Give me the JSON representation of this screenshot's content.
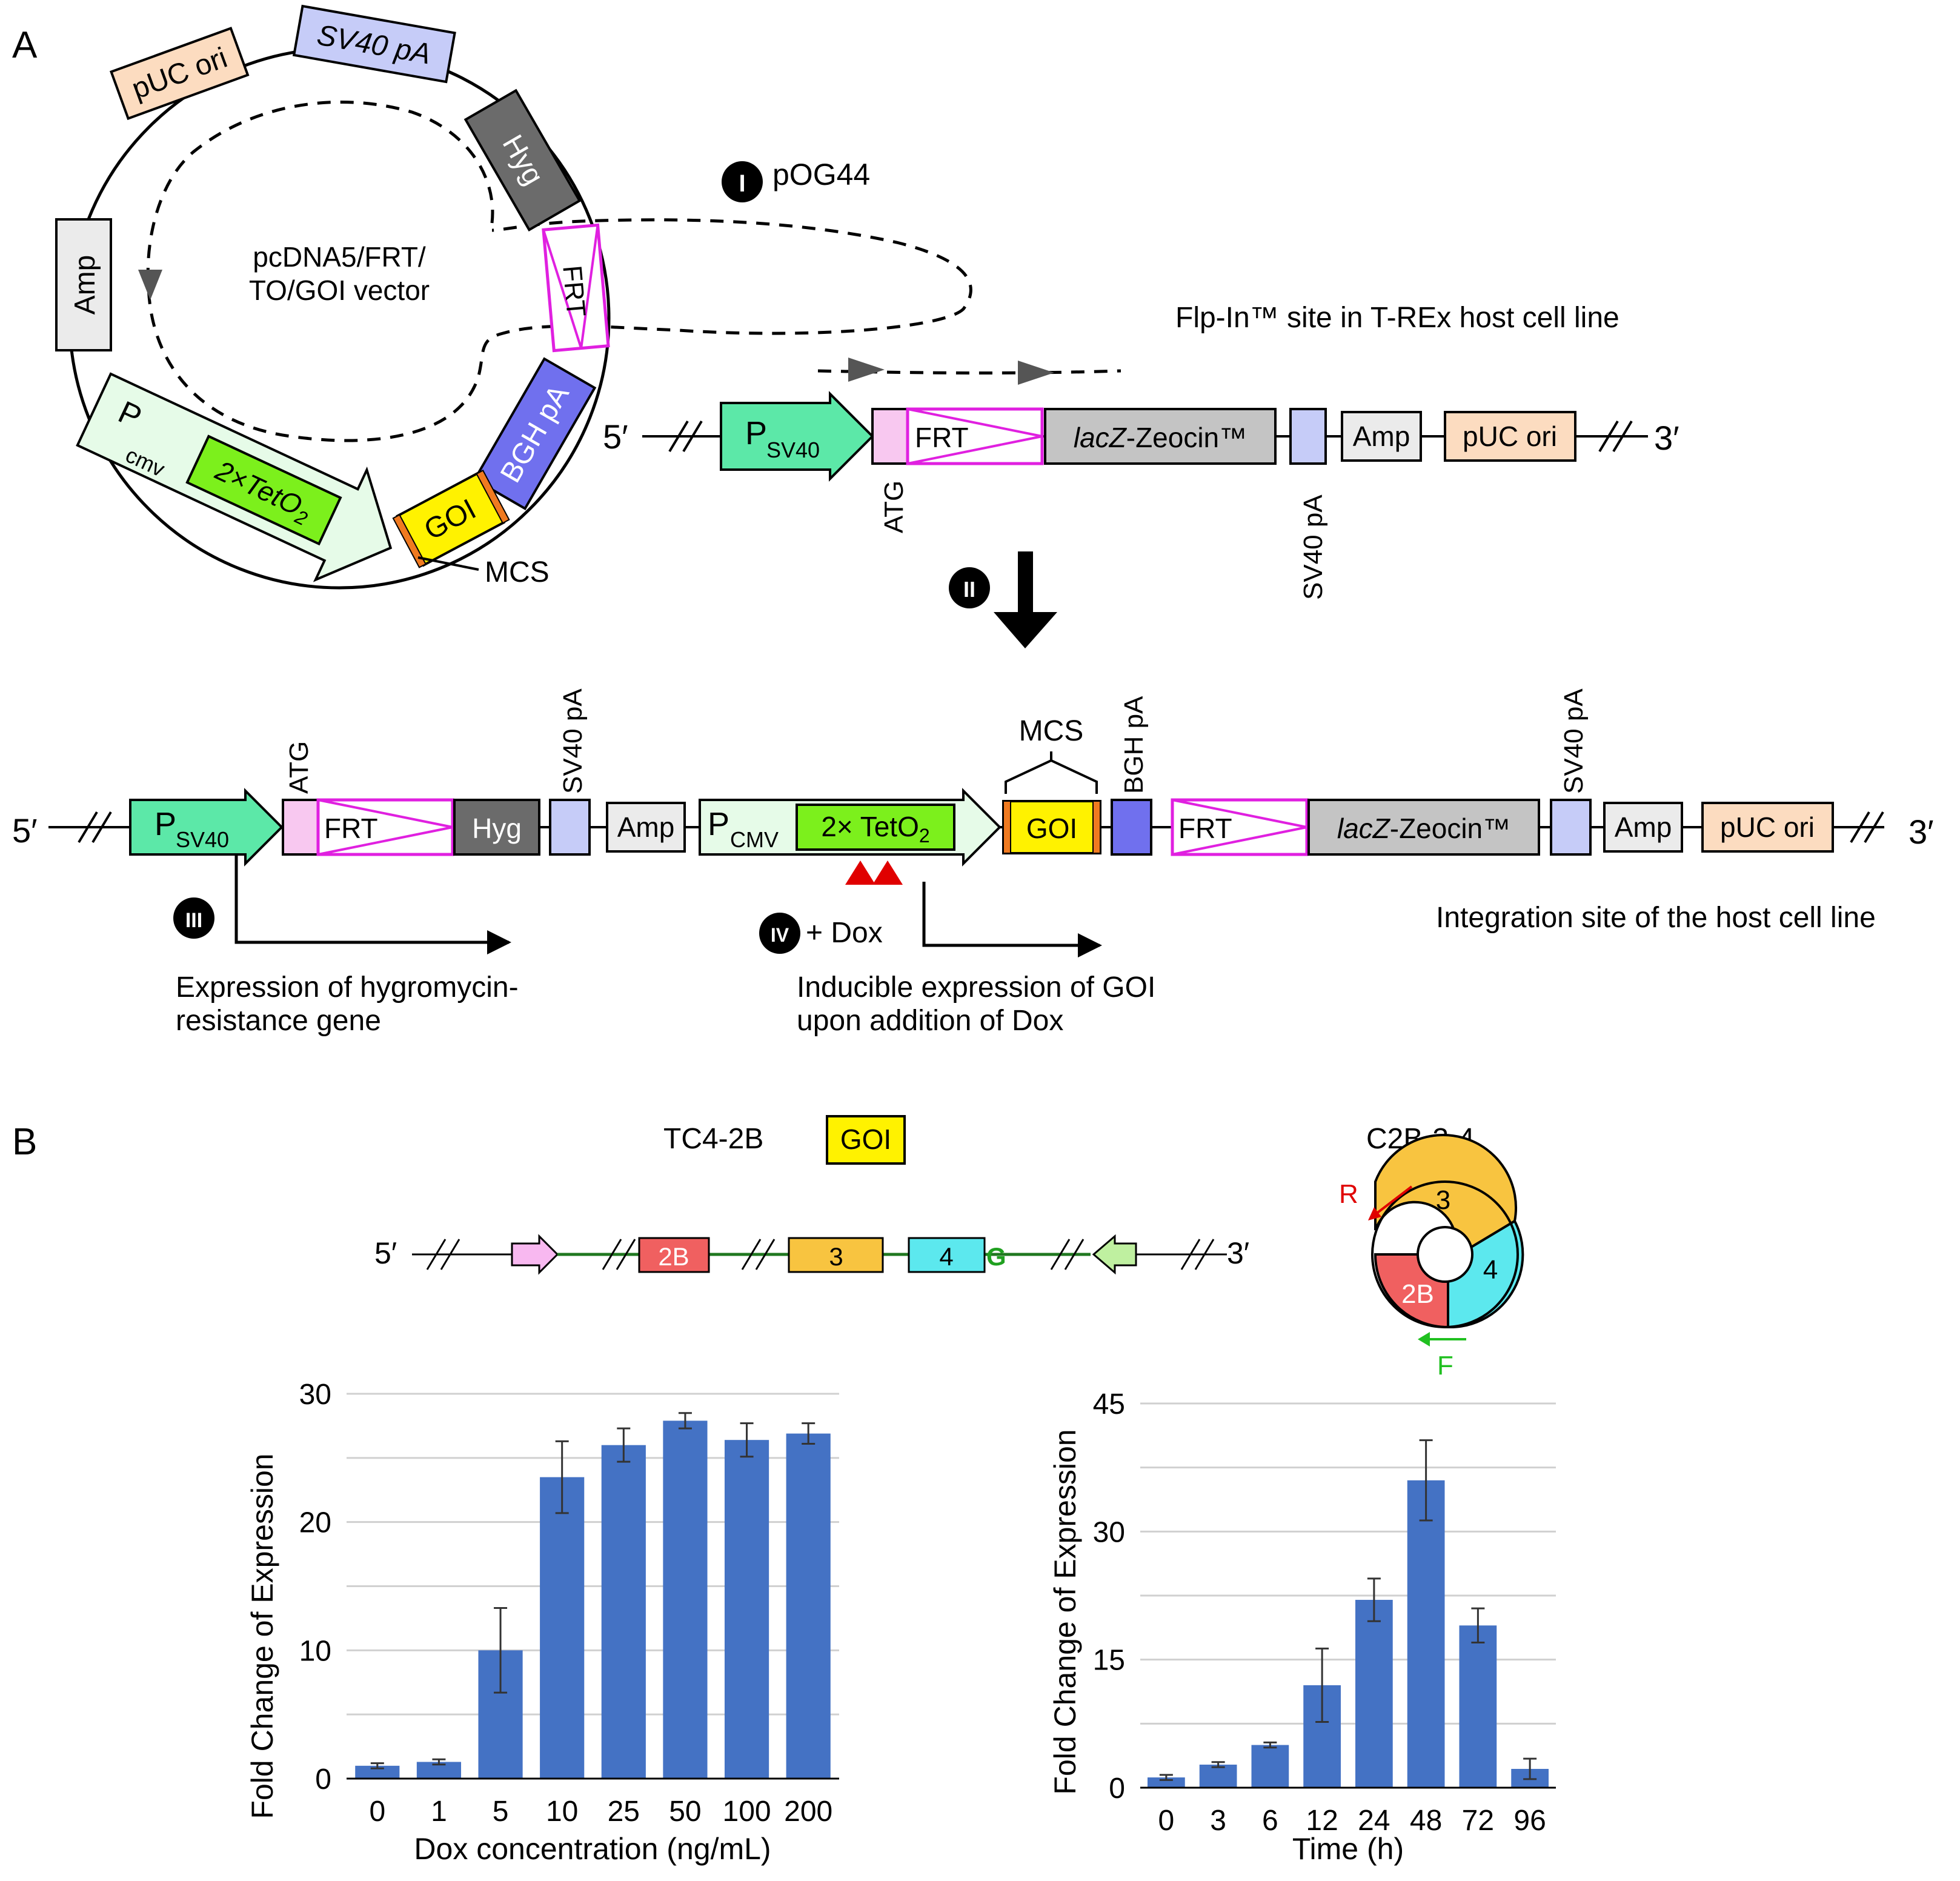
{
  "panels": {
    "a": "A",
    "b": "B"
  },
  "vector": {
    "name_line1": "pcDNA5/FRT/",
    "name_line2": "TO/GOI vector",
    "features": {
      "puc_ori": "pUC ori",
      "sv40_pa": "SV40 pA",
      "hyg": "Hyg",
      "frt": "FRT",
      "bgh_pa": "BGH pA",
      "goi": "GOI",
      "mcs": "MCS",
      "tetO_pre": "2×TetO",
      "tetO_sub": "2",
      "pcmv_p": "P",
      "pcmv_sub": "cmv",
      "amp": "Amp"
    }
  },
  "steps": {
    "i": "I",
    "ii": "II",
    "iii": "III",
    "iv": "IV"
  },
  "pog44": "pOG44",
  "flpin_title": "Flp-In™ site in T-REx host cell line",
  "host_track": {
    "five": "5′",
    "three": "3′",
    "p": "P",
    "p_sub": "SV40",
    "atg": "ATG",
    "frt": "FRT",
    "lacz_italic": "lacZ",
    "lacz_rest": "-Zeocin™",
    "sv40pa": "SV40 pA",
    "amp": "Amp",
    "puc": "pUC ori"
  },
  "integrated": {
    "five": "5′",
    "three": "3′",
    "p": "P",
    "p_sub": "SV40",
    "atg": "ATG",
    "frt1": "FRT",
    "hyg": "Hyg",
    "sv40pa1": "SV40 pA",
    "amp1": "Amp",
    "pcmv": "P",
    "pcmv_sub": "CMV",
    "teto_pre": "2× TetO",
    "teto_sub": "2",
    "mcs": "MCS",
    "goi": "GOI",
    "bghpa": "BGH pA",
    "frt2": "FRT",
    "lacz_italic": "lacZ",
    "lacz_rest": "-Zeocin™",
    "sv40pa2": "SV40 pA",
    "amp2": "Amp",
    "puc": "pUC ori"
  },
  "dox_label": "+ Dox",
  "hyg_expression": [
    "Expression of hygromycin-",
    "resistance gene"
  ],
  "goi_expression": [
    "Inducible expression of GOI",
    "upon addition of Dox"
  ],
  "integration_label": "Integration site of the host cell line",
  "panel_b": {
    "construct_name": "TC4-2B",
    "goi_legend": "GOI",
    "circle_name": "C2B-3-4",
    "five": "5′",
    "three": "3′",
    "exons": {
      "e2b": "2B",
      "e3": "3",
      "e4": "4",
      "g": "G"
    },
    "circle": {
      "s3": "3",
      "s4": "4",
      "s2b": "2B",
      "r": "R",
      "f": "F"
    }
  },
  "chart_data": [
    {
      "type": "bar",
      "categories": [
        "0",
        "1",
        "5",
        "10",
        "25",
        "50",
        "100",
        "200"
      ],
      "values": [
        1.0,
        1.3,
        10.0,
        23.5,
        26.0,
        27.9,
        26.4,
        26.9
      ],
      "errors": [
        0.2,
        0.2,
        3.3,
        2.8,
        1.3,
        0.6,
        1.3,
        0.8
      ],
      "title": "",
      "xlabel": "Dox concentration (ng/mL)",
      "ylabel": "Fold Change of Expression",
      "ylim": [
        0,
        30
      ],
      "yticks": [
        0,
        10,
        20,
        30
      ],
      "grid": true,
      "color": "#4472C4"
    },
    {
      "type": "bar",
      "categories": [
        "0",
        "3",
        "6",
        "12",
        "24",
        "48",
        "72",
        "96"
      ],
      "values": [
        1.2,
        2.7,
        5.0,
        12.0,
        22.0,
        36.0,
        19.0,
        2.2
      ],
      "errors": [
        0.3,
        0.3,
        0.3,
        4.3,
        2.5,
        4.7,
        2.0,
        1.2
      ],
      "title": "",
      "xlabel": "Time (h)",
      "ylabel": "Fold Change of Expression",
      "ylim": [
        0,
        45
      ],
      "yticks": [
        0,
        15,
        30,
        45
      ],
      "grid": true,
      "color": "#4472C4"
    }
  ],
  "colors": {
    "frt": "#E020E0",
    "goi": "#FFF200",
    "psv40": "#5CE8A8",
    "pcmv": "#E6FBE8",
    "teto": "#7CF01C",
    "hyg": "#6B6B6B",
    "sv40pa": "#C6CCF8",
    "bghpa": "#7070EE",
    "amp": "#EBEBEB",
    "puc": "#FCDCC0",
    "atg": "#F8C8F0",
    "lacz": "#C4C4C4",
    "bar": "#4472C4",
    "exon2b": "#F06060",
    "exon3": "#F8C440",
    "exon4": "#5CE8EE"
  }
}
